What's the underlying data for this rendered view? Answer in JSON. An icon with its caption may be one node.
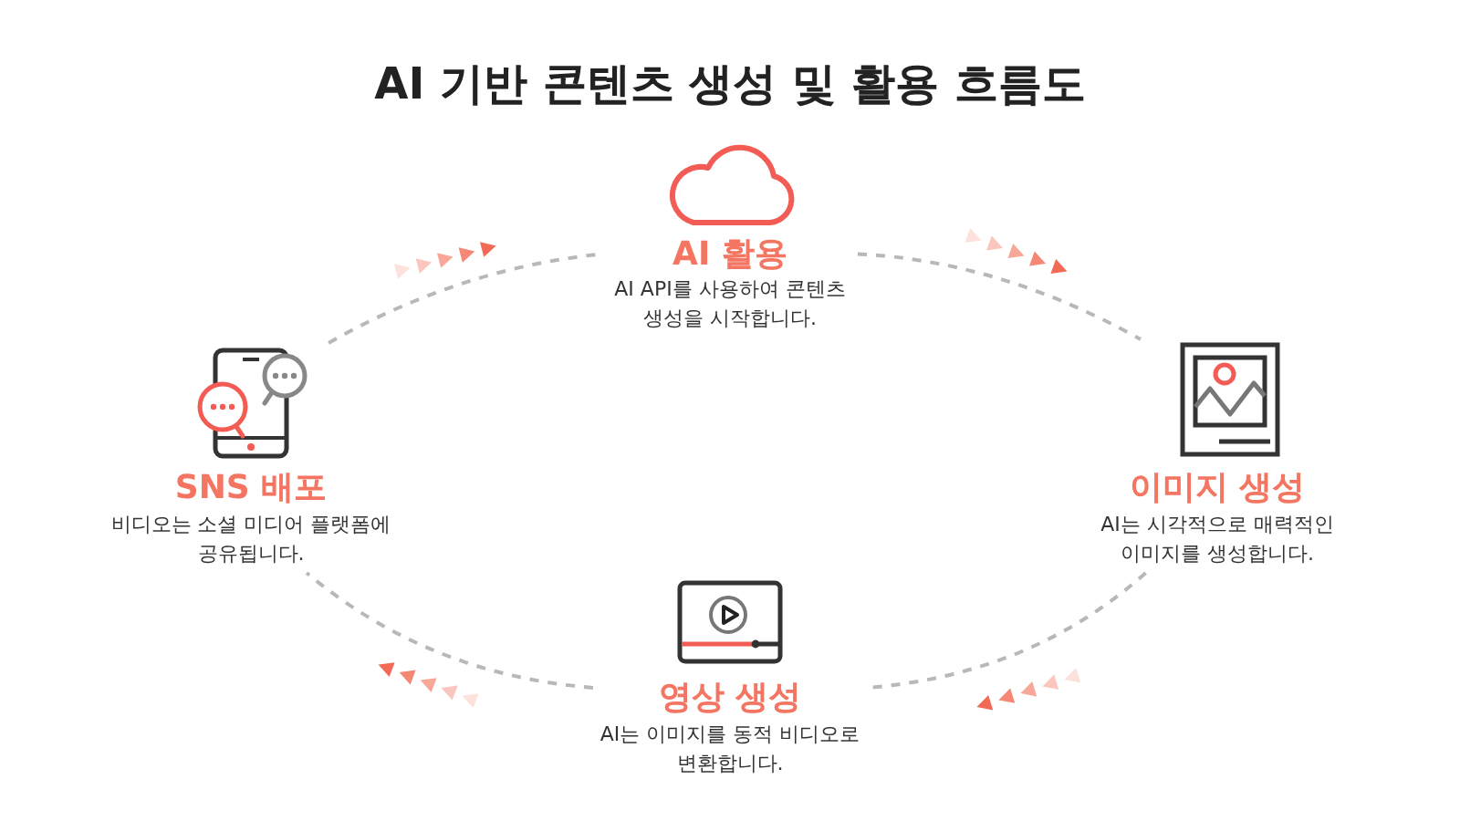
{
  "diagram": {
    "title": "AI 기반 콘텐츠 생성 및 활용 흐름도",
    "nodes": [
      {
        "text": [
          "AI 활용",
          "AI API를 사용하여 콘텐츠 생성을 시작합니다."
        ]
      },
      {
        "text": [
          "SNS 배포",
          "비디오는 소셜 미디어 플랫폼에 공유됩니다."
        ]
      },
      {
        "text": [
          "이미지 생성",
          "AI는 시각적으로 매력적인 이미지를 생성합니다."
        ]
      },
      {
        "text": [
          "영상 생성",
          "AI는 이미지를 동적 비디오로 변환합니다."
        ]
      }
    ],
    "edges": [
      {
        "from": 0,
        "to": 2,
        "arrow": "none",
        "style": "dashed"
      },
      {
        "from": 2,
        "to": 3,
        "arrow": "none",
        "style": "dashed"
      },
      {
        "from": 3,
        "to": 1,
        "arrow": "none",
        "style": "dashed"
      },
      {
        "from": 1,
        "to": 0,
        "arrow": "none",
        "style": "dashed"
      }
    ]
  }
}
